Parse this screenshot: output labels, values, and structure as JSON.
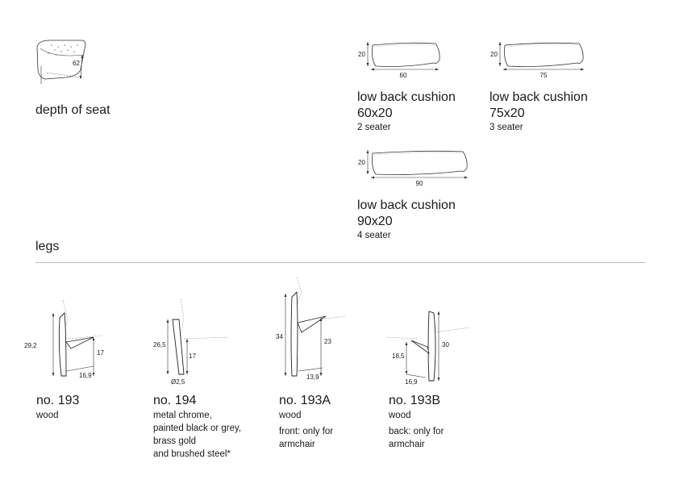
{
  "seat": {
    "depth_value": "62",
    "label": "depth of seat"
  },
  "cushions": [
    {
      "title": "low back cushion",
      "size": "60x20",
      "seats": "2 seater",
      "height": "20",
      "width": "60"
    },
    {
      "title": "low back cushion",
      "size": "75x20",
      "seats": "3 seater",
      "height": "20",
      "width": "75"
    },
    {
      "title": "low back cushion",
      "size": "90x20",
      "seats": "4 seater",
      "height": "20",
      "width": "90"
    }
  ],
  "legs_heading": "legs",
  "legs": [
    {
      "name": "no. 193",
      "lines": [
        "wood"
      ],
      "dims": {
        "total": "29,2",
        "seat": "17",
        "depth": "16,9"
      }
    },
    {
      "name": "no. 194",
      "lines": [
        "metal chrome,",
        "painted black or grey,",
        "brass gold",
        "and brushed steel*"
      ],
      "dims": {
        "total": "26,5",
        "seat": "17",
        "diameter": "Ø2,5"
      }
    },
    {
      "name": "no. 193A",
      "lines": [
        "wood",
        "front: only for",
        "armchair"
      ],
      "dims": {
        "total": "34",
        "seat": "23",
        "depth": "13,9"
      }
    },
    {
      "name": "no. 193B",
      "lines": [
        "wood",
        "back: only for",
        "armchair"
      ],
      "dims": {
        "total": "30",
        "seat": "18,5",
        "depth": "16,9"
      }
    }
  ]
}
